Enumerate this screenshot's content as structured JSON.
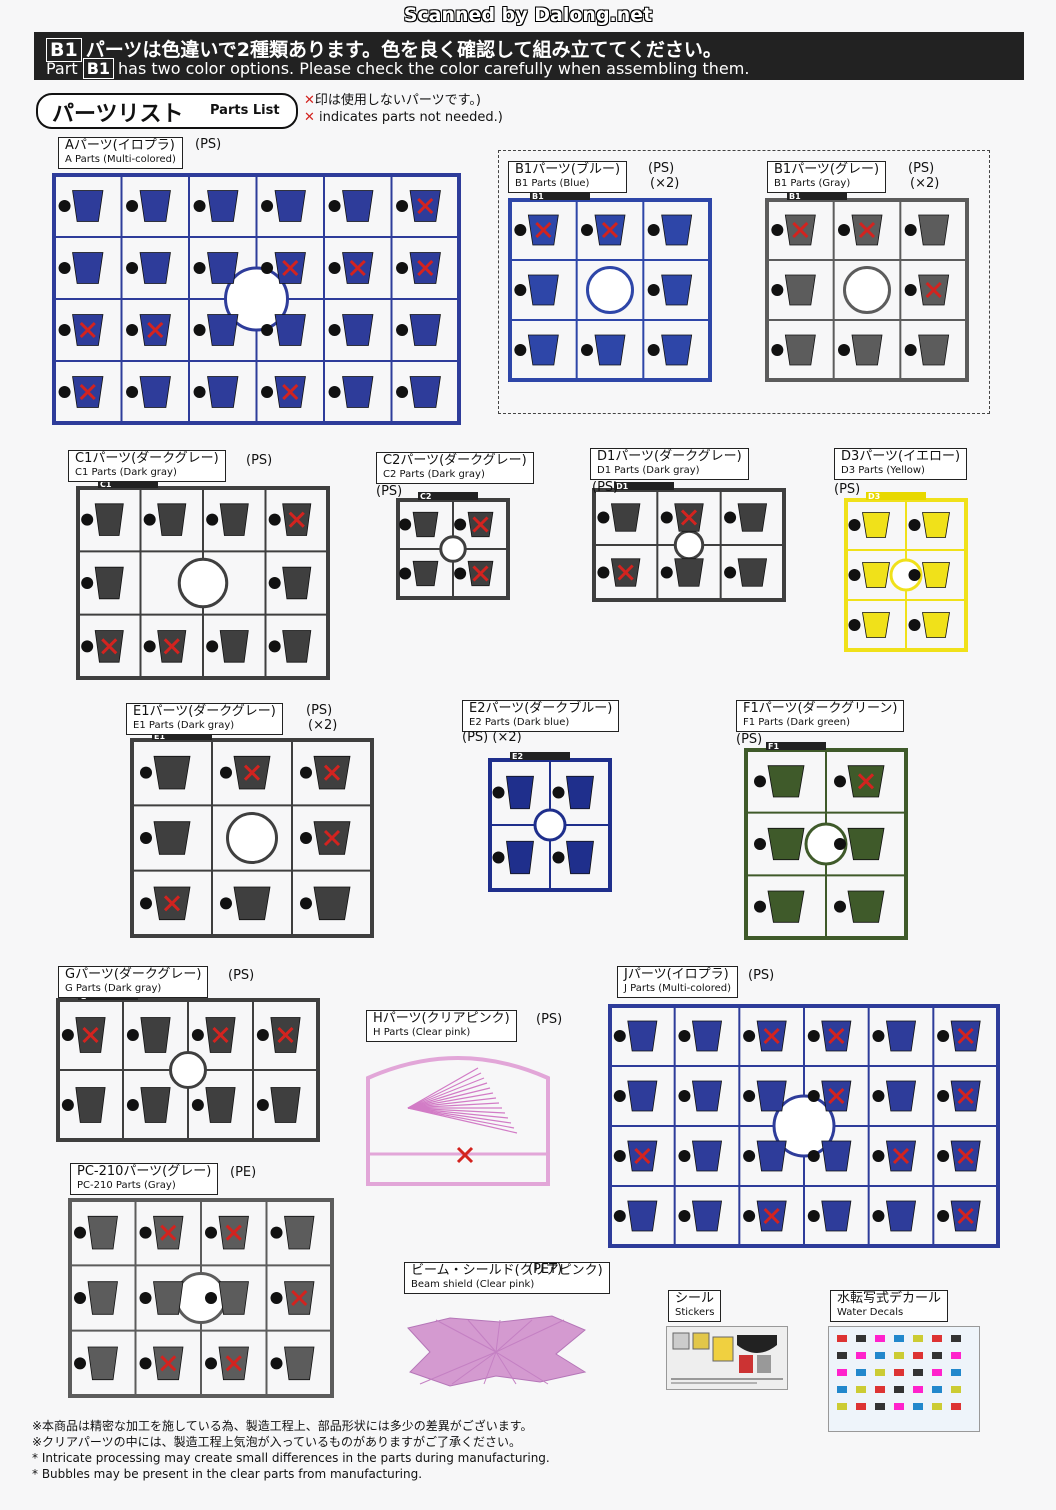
{
  "watermark": "Scanned by Dalong.net",
  "banner": {
    "tag": "B1",
    "jp": "パーツは色違いで2種類あります。色を良く確認して組み立ててください。",
    "en_prefix": "Part",
    "en_suffix": "has two color options. Please check the color carefully when assembling them."
  },
  "parts_list": {
    "jp": "パーツリスト",
    "en": "Parts List"
  },
  "x_note": {
    "jp": "印は使用しないパーツです。)",
    "en": "indicates parts not needed.)"
  },
  "colors": {
    "multi_blue": "#2e3c9a",
    "blue": "#2e46a8",
    "gray": "#5c5c5c",
    "dark_gray": "#3f3f3f",
    "yellow": "#f0e11a",
    "dark_blue": "#1f2f8c",
    "dark_green": "#3f5a2a",
    "clear_pink": "#e2a6d8",
    "red": "#a81e22",
    "green": "#2e9a3a",
    "cross": "#d3231f"
  },
  "parts": [
    {
      "id": "A",
      "jp": "Aパーツ(イロプラ)",
      "en": "A Parts (Multi-colored)",
      "mat": "(PS)"
    },
    {
      "id": "B1b",
      "jp": "B1パーツ(ブルー)",
      "en": "B1 Parts (Blue)",
      "mat": "(PS)",
      "qty": "(×2)"
    },
    {
      "id": "B1g",
      "jp": "B1パーツ(グレー)",
      "en": "B1 Parts (Gray)",
      "mat": "(PS)",
      "qty": "(×2)"
    },
    {
      "id": "C1",
      "jp": "C1パーツ(ダークグレー)",
      "en": "C1 Parts (Dark gray)",
      "mat": "(PS)"
    },
    {
      "id": "C2",
      "jp": "C2パーツ(ダークグレー)",
      "en": "C2 Parts (Dark gray)",
      "mat": "(PS)"
    },
    {
      "id": "D1",
      "jp": "D1パーツ(ダークグレー)",
      "en": "D1 Parts (Dark gray)",
      "mat": "(PS)"
    },
    {
      "id": "D3",
      "jp": "D3パーツ(イエロー)",
      "en": "D3 Parts (Yellow)",
      "mat": "(PS)"
    },
    {
      "id": "E1",
      "jp": "E1パーツ(ダークグレー)",
      "en": "E1 Parts (Dark gray)",
      "mat": "(PS)",
      "qty": "(×2)"
    },
    {
      "id": "E2",
      "jp": "E2パーツ(ダークブルー)",
      "en": "E2 Parts (Dark blue)",
      "mat": "(PS)",
      "qty": "(×2)"
    },
    {
      "id": "F1",
      "jp": "F1パーツ(ダークグリーン)",
      "en": "F1 Parts (Dark green)",
      "mat": "(PS)"
    },
    {
      "id": "G",
      "jp": "Gパーツ(ダークグレー)",
      "en": "G Parts (Dark gray)",
      "mat": "(PS)"
    },
    {
      "id": "H",
      "jp": "Hパーツ(クリアピンク)",
      "en": "H Parts (Clear pink)",
      "mat": "(PS)"
    },
    {
      "id": "J",
      "jp": "Jパーツ(イロプラ)",
      "en": "J Parts (Multi-colored)",
      "mat": "(PS)"
    },
    {
      "id": "PC",
      "jp": "PC-210パーツ(グレー)",
      "en": "PC-210 Parts (Gray)",
      "mat": "(PE)"
    },
    {
      "id": "BS",
      "jp": "ビーム・シールド(クリアピンク)",
      "en": "Beam shield (Clear pink)",
      "mat": "(PET)"
    },
    {
      "id": "ST",
      "jp": "シール",
      "en": "Stickers"
    },
    {
      "id": "WD",
      "jp": "水転写式デカール",
      "en": "Water Decals"
    }
  ],
  "runner_tags": {
    "B1b": "B1",
    "B1g": "B1",
    "C1": "C1",
    "C2": "C2",
    "D1": "D1",
    "D3": "D3",
    "E1": "E1",
    "E2": "E2",
    "F1": "F1",
    "G": "G"
  },
  "footnotes": [
    "※本商品は精密な加工を施している為、製造工程上、部品形状には多少の差異がございます。",
    "※クリアパーツの中には、製造工程上気泡が入っているものがありますがご了承ください。",
    "* Intricate processing may create small differences in the parts during manufacturing.",
    "* Bubbles may be present in the clear parts from manufacturing."
  ]
}
